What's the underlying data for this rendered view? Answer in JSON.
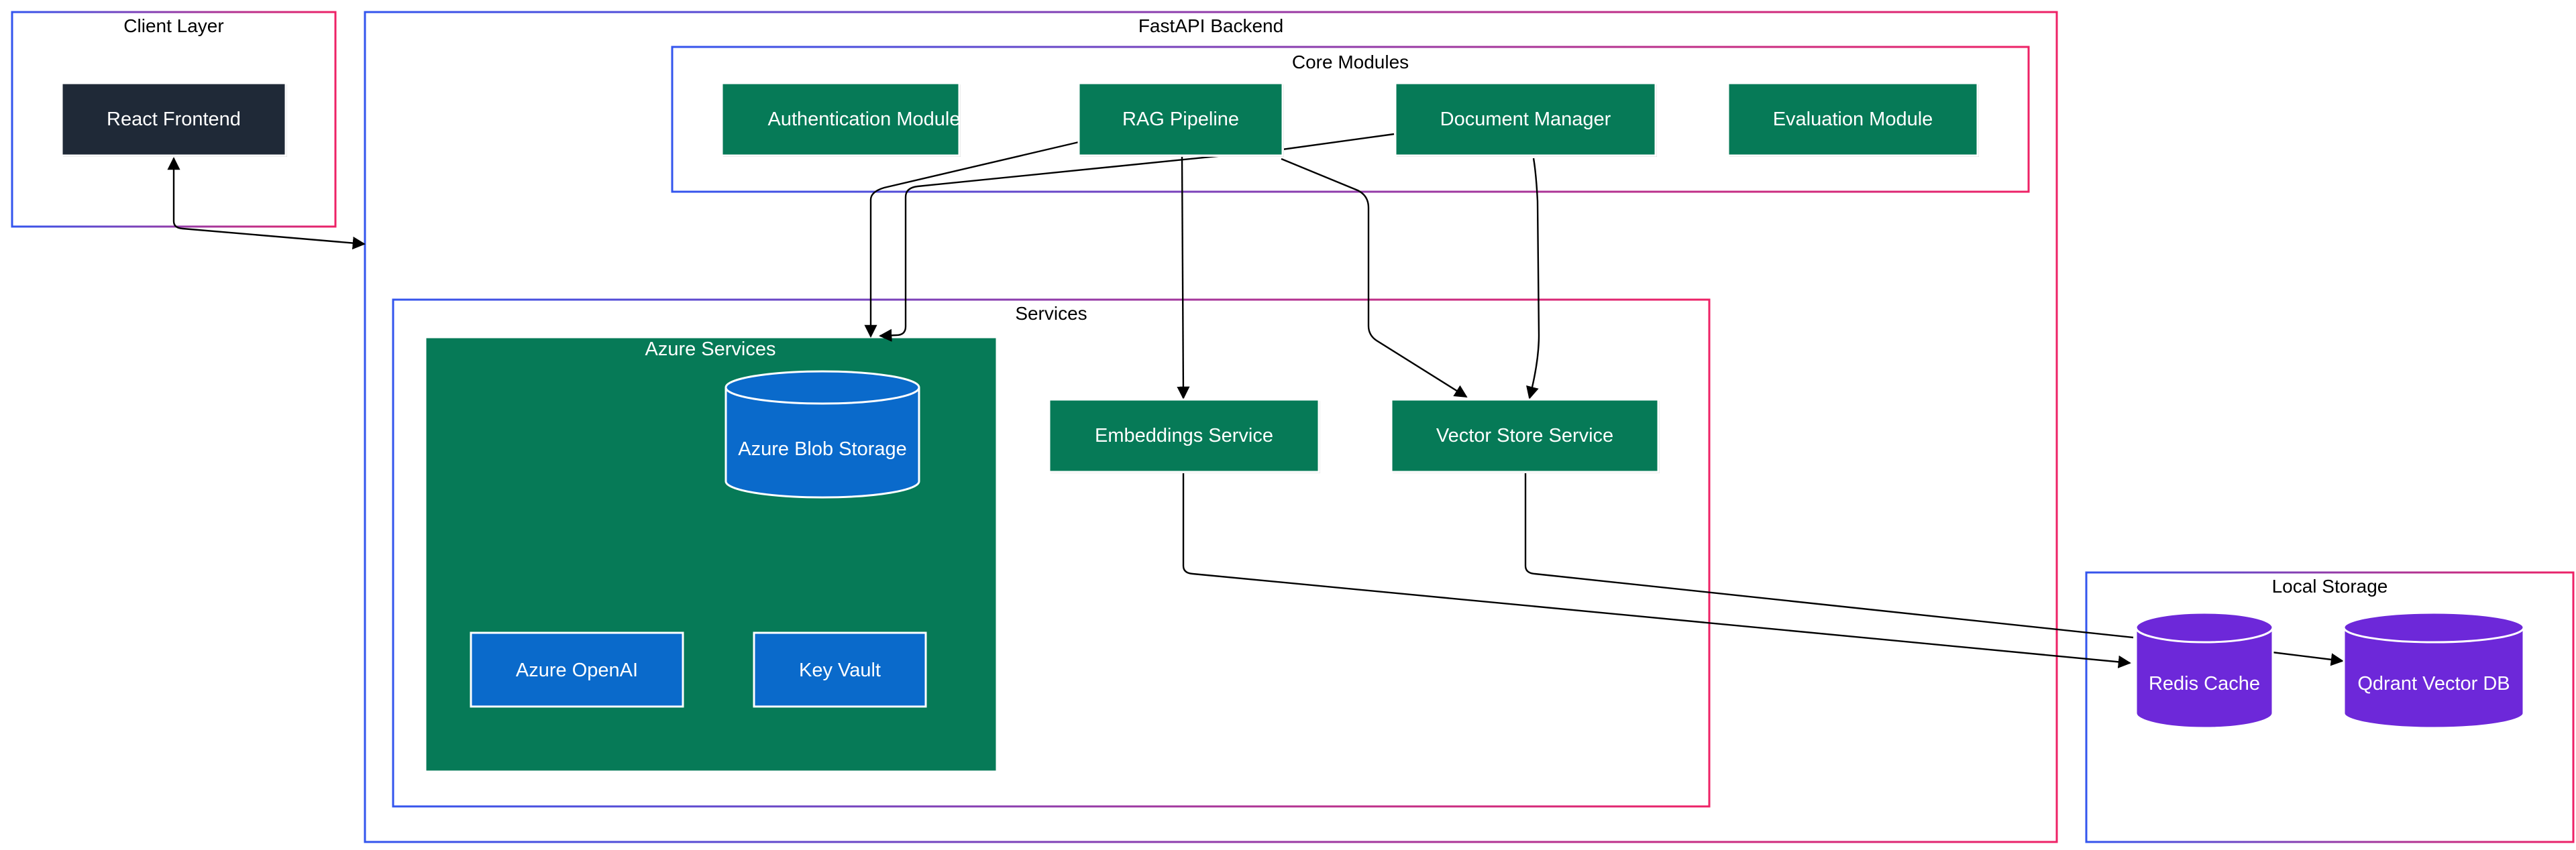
{
  "colors": {
    "background": "#ffffff",
    "cluster_border_start": "#3355ee",
    "cluster_border_end": "#ee2266",
    "module_green": "#067a57",
    "azure_blue": "#0a6acb",
    "frontend_dark": "#1f2937",
    "storage_purple": "#6d28d9",
    "edge": "#000000",
    "label": "#ffffff",
    "title": "#000000"
  },
  "clusters": {
    "client_layer": {
      "title": "Client Layer"
    },
    "fastapi_backend": {
      "title": "FastAPI Backend"
    },
    "core_modules": {
      "title": "Core Modules"
    },
    "services": {
      "title": "Services"
    },
    "azure_services": {
      "title": "Azure Services"
    },
    "local_storage": {
      "title": "Local Storage"
    }
  },
  "nodes": {
    "react_frontend": {
      "label": "React Frontend"
    },
    "authentication_module": {
      "label": "Authentication Module"
    },
    "rag_pipeline": {
      "label": "RAG Pipeline"
    },
    "document_manager": {
      "label": "Document Manager"
    },
    "evaluation_module": {
      "label": "Evaluation Module"
    },
    "azure_blob_storage": {
      "label": "Azure Blob Storage"
    },
    "azure_openai": {
      "label": "Azure OpenAI"
    },
    "key_vault": {
      "label": "Key Vault"
    },
    "embeddings_service": {
      "label": "Embeddings Service"
    },
    "vector_store_service": {
      "label": "Vector Store Service"
    },
    "redis_cache": {
      "label": "Redis Cache"
    },
    "qdrant_vector_db": {
      "label": "Qdrant Vector DB"
    }
  },
  "edges": [
    {
      "from": "React Frontend",
      "to": "FastAPI Backend",
      "bidirectional": true
    },
    {
      "from": "RAG Pipeline",
      "to": "Azure Services"
    },
    {
      "from": "Document Manager",
      "to": "Azure Services"
    },
    {
      "from": "RAG Pipeline",
      "to": "Embeddings Service"
    },
    {
      "from": "RAG Pipeline",
      "to": "Vector Store Service"
    },
    {
      "from": "Document Manager",
      "to": "Vector Store Service"
    },
    {
      "from": "Embeddings Service",
      "to": "Redis Cache"
    },
    {
      "from": "Vector Store Service",
      "to": "Redis Cache"
    },
    {
      "from": "Redis Cache",
      "to": "Qdrant Vector DB"
    }
  ]
}
